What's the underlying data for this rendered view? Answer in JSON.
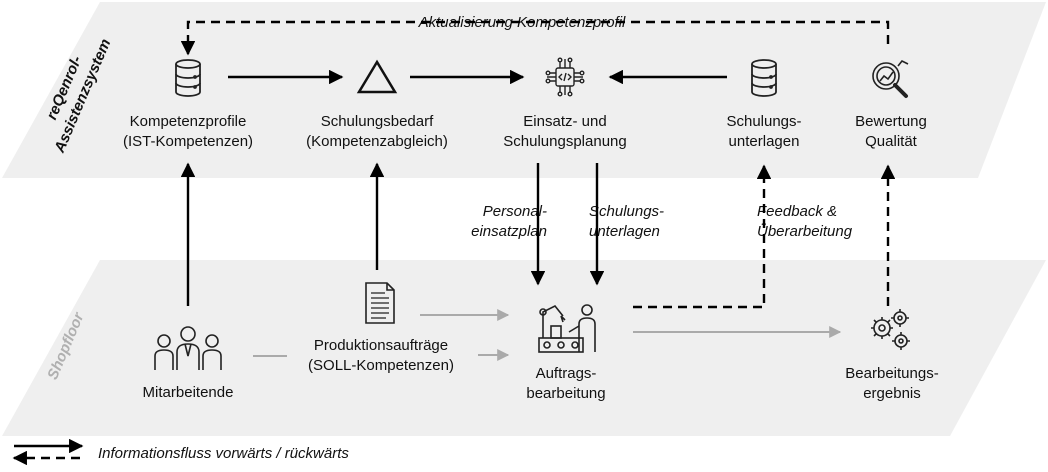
{
  "layers": {
    "top": {
      "label_line1": "reQenrol-",
      "label_line2": "Assistenzsystem"
    },
    "bottom": {
      "label": "Shopfloor"
    }
  },
  "nodes": {
    "kompetenzprofile": {
      "line1": "Kompetenzprofile",
      "line2": "(IST-Kompetenzen)",
      "icon": "database-icon"
    },
    "schulungsbedarf": {
      "line1": "Schulungsbedarf",
      "line2": "(Kompetenzabgleich)",
      "icon": "triangle-icon"
    },
    "planung": {
      "line1": "Einsatz- und",
      "line2": "Schulungsplanung",
      "icon": "circuit-code-icon"
    },
    "schulungsunterlagen_top": {
      "line1": "Schulungs-",
      "line2": "unterlagen",
      "icon": "database-icon"
    },
    "bewertung": {
      "line1": "Bewertung",
      "line2": "Qualität",
      "icon": "magnifier-chart-icon"
    },
    "mitarbeitende": {
      "line1": "Mitarbeitende",
      "icon": "people-icon"
    },
    "produktionsauftraege": {
      "line1": "Produktionsaufträge",
      "line2": "(SOLL-Kompetenzen)",
      "icon": "document-icon"
    },
    "auftragsbearbeitung": {
      "line1": "Auftrags-",
      "line2": "bearbeitung",
      "icon": "assembly-worker-icon"
    },
    "bearbeitungsergebnis": {
      "line1": "Bearbeitungs-",
      "line2": "ergebnis",
      "icon": "gears-icon"
    }
  },
  "edge_labels": {
    "aktualisierung": "Aktualisierung Kompetenzprofil",
    "personaleinsatzplan_1": "Personal-",
    "personaleinsatzplan_2": "einsatzplan",
    "schulungsunterlagen_1": "Schulungs-",
    "schulungsunterlagen_2": "unterlagen",
    "feedback_1": "Feedback &",
    "feedback_2": "Überarbeitung"
  },
  "legend": {
    "label": "Informationsfluss vorwärts / rückwärts"
  },
  "colors": {
    "plane": "#efefef",
    "arrow": "#000000",
    "gray_arrow": "#aaaaaa",
    "shopfloor_label": "#b0b0b0"
  }
}
